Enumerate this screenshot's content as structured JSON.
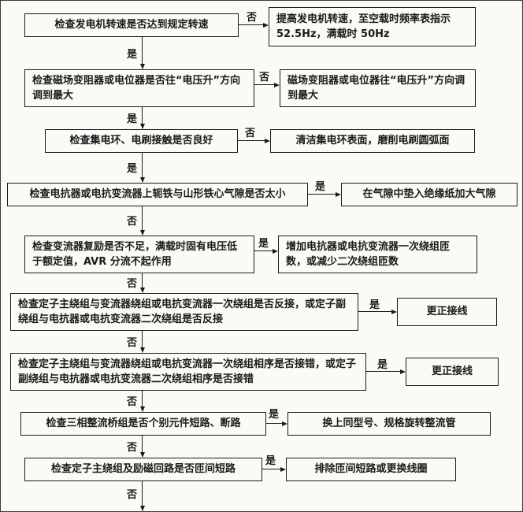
{
  "colors": {
    "ink": "#1a1a1a",
    "paper": "#fbfaf6"
  },
  "flow": {
    "steps": [
      {
        "check": "检查发电机转速是否达到规定转速",
        "branch_label": "否",
        "action": "提高发电机转速，至空载时频率表指示 52.5Hz，满载时 50Hz",
        "down_label": "是"
      },
      {
        "check": "检查磁场变阻器或电位器是否往“电压升”方向调到最大",
        "branch_label": "否",
        "action": "磁场变阻器或电位器往“电压升”方向调到最大",
        "down_label": "是"
      },
      {
        "check": "检查集电环、电刷接触是否良好",
        "branch_label": "否",
        "action": "清洁集电环表面，磨削电刷圆弧面",
        "down_label": "是"
      },
      {
        "check": "检查电抗器或电抗变流器上轭铁与山形铁心气隙是否太小",
        "branch_label": "是",
        "action": "在气隙中垫入绝缘纸加大气隙",
        "down_label": "否"
      },
      {
        "check": "检查变流器复励是否不足，满载时固有电压低于额定值，AVR 分流不起作用",
        "branch_label": "是",
        "action": "增加电抗器或电抗变流器一次绕组匝数，或减少二次绕组匝数",
        "down_label": "否"
      },
      {
        "check": "检查定子主绕组与变流器绕组或电抗变流器一次绕组是否反接，或定子副绕组与电抗器或电抗变流器二次绕组是否反接",
        "branch_label": "是",
        "action": "更正接线",
        "down_label": "否"
      },
      {
        "check": "检查定子主绕组与变流器绕组或电抗变流器一次绕组相序是否接错，或定子副绕组与电抗器或电抗变流器二次绕组相序是否接错",
        "branch_label": "是",
        "action": "更正接线",
        "down_label": "否"
      },
      {
        "check": "检查三相整流桥组是否个别元件短路、断路",
        "branch_label": "是",
        "action": "换上同型号、规格旋转整流管",
        "down_label": "否"
      },
      {
        "check": "检查定子主绕组及励磁回路是否匝间短路",
        "branch_label": "是",
        "action": "排除匝间短路或更换线圈",
        "down_label": "否"
      }
    ]
  }
}
